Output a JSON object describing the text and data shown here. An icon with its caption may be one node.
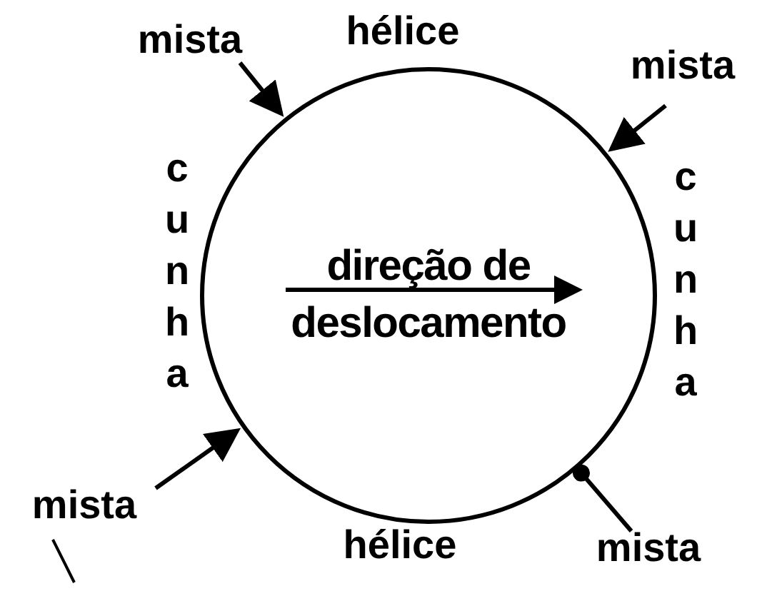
{
  "diagram": {
    "nodes": [
      {
        "text": [
          "direção de deslocamento"
        ]
      },
      {
        "text": [
          "mista"
        ]
      },
      {
        "text": [
          "mista"
        ]
      },
      {
        "text": [
          "mista"
        ]
      },
      {
        "text": [
          "mista"
        ]
      }
    ],
    "edges": [
      {
        "from": 1,
        "to": 0,
        "arrow": "to"
      },
      {
        "from": 2,
        "to": 0,
        "arrow": "to"
      },
      {
        "from": 3,
        "to": 0,
        "arrow": "to"
      },
      {
        "from": 4,
        "to": 0,
        "arrow": "other"
      }
    ],
    "labels": [
      "hélice",
      "cunha",
      "cunha",
      "hélice"
    ]
  }
}
